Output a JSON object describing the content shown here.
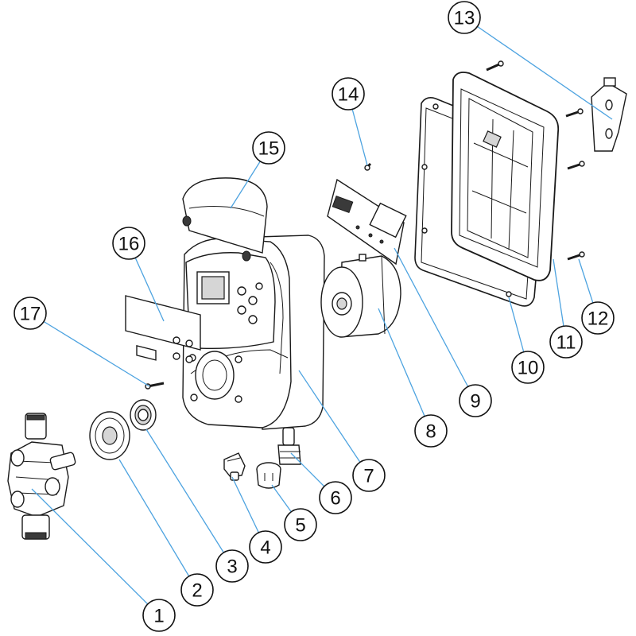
{
  "callouts": [
    {
      "id": "1",
      "label": "1"
    },
    {
      "id": "2",
      "label": "2"
    },
    {
      "id": "3",
      "label": "3"
    },
    {
      "id": "4",
      "label": "4"
    },
    {
      "id": "5",
      "label": "5"
    },
    {
      "id": "6",
      "label": "6"
    },
    {
      "id": "7",
      "label": "7"
    },
    {
      "id": "8",
      "label": "8"
    },
    {
      "id": "9",
      "label": "9"
    },
    {
      "id": "10",
      "label": "10"
    },
    {
      "id": "11",
      "label": "11"
    },
    {
      "id": "12",
      "label": "12"
    },
    {
      "id": "13",
      "label": "13"
    },
    {
      "id": "14",
      "label": "14"
    },
    {
      "id": "15",
      "label": "15"
    },
    {
      "id": "16",
      "label": "16"
    },
    {
      "id": "17",
      "label": "17"
    }
  ],
  "colors": {
    "leader": "#4da3e0",
    "outline": "#1a1a1a",
    "background": "#ffffff"
  }
}
